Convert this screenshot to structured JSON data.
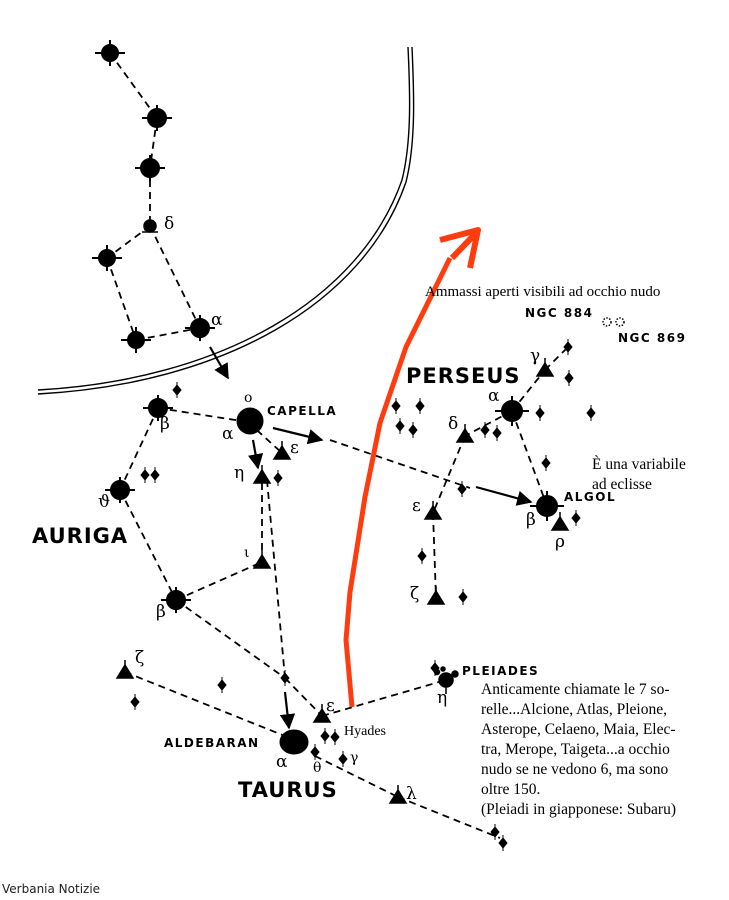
{
  "constellations": {
    "perseus": "PERSEUS",
    "auriga": "AURIGA",
    "taurus": "TAURUS"
  },
  "stars": {
    "capella": "CAPELLA",
    "algol": "ALGOL",
    "aldebaran": "ALDEBARAN",
    "pleiades": "PLEIADES",
    "ngc884": "NGC 884",
    "ngc869": "NGC 869",
    "hyades": "Hyades"
  },
  "greek": {
    "cas_delta": "δ",
    "cas_alpha": "α",
    "capella_alpha": "α",
    "capella_omicron": "ο",
    "aur_beta": "β",
    "aur_epsilon": "ε",
    "aur_eta": "η",
    "aur_theta": "ϑ",
    "aur_iota": "ι",
    "tau_beta": "β",
    "tau_zeta": "ζ",
    "tau_epsilon": "ε",
    "tau_alpha": "α",
    "tau_theta": "θ",
    "tau_gamma": "γ",
    "tau_lambda": "λ",
    "tau_eta": "η",
    "per_gamma": "γ",
    "per_alpha": "α",
    "per_delta": "δ",
    "per_epsilon": "ε",
    "per_zeta": "ζ",
    "per_beta": "β",
    "per_rho": "ρ"
  },
  "annotations": {
    "clusters": "Ammassi aperti visibili ad occhio nudo",
    "algol_line1": "È una variabile",
    "algol_line2": "ad eclisse",
    "pleiades_lines": [
      "Anticamente chiamate le 7 so-",
      "relle...Alcione, Atlas, Pleione,",
      "Asterope, Celaeno, Maia, Elec-",
      "tra, Merope, Taigeta...a occhio",
      "nudo se ne vedono 6, ma sono",
      "oltre 150.",
      "(Pleiadi in giapponese: Subaru)"
    ]
  },
  "footer": {
    "credit": "Verbania Notizie"
  },
  "colors": {
    "ink": "#000000",
    "accent_arrow": "#ff3b10",
    "background": "#ffffff"
  }
}
